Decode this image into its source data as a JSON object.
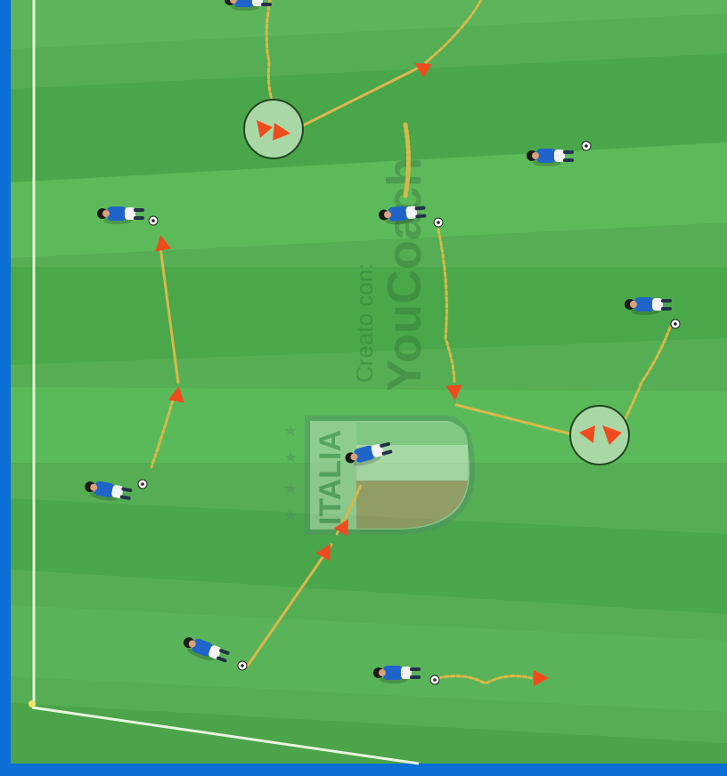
{
  "colors": {
    "frame": "#0b6fd6",
    "grass_light": "#5cb55a",
    "grass_dark": "#4aa64a",
    "line": "#e9f3df",
    "run_path": "#d9b84a",
    "arrow": "#f04b1f",
    "kit_shirt": "#1f64c8",
    "kit_shorts": "#f4f4f4"
  },
  "watermark": {
    "line1": "Creato con:",
    "line2": "YouCoach"
  },
  "badge": {
    "text": "ITALIA",
    "icon": "figc-crest-icon"
  },
  "icons": [
    "player-icon",
    "cone-marker-icon",
    "arrow-icon",
    "football-icon"
  ]
}
